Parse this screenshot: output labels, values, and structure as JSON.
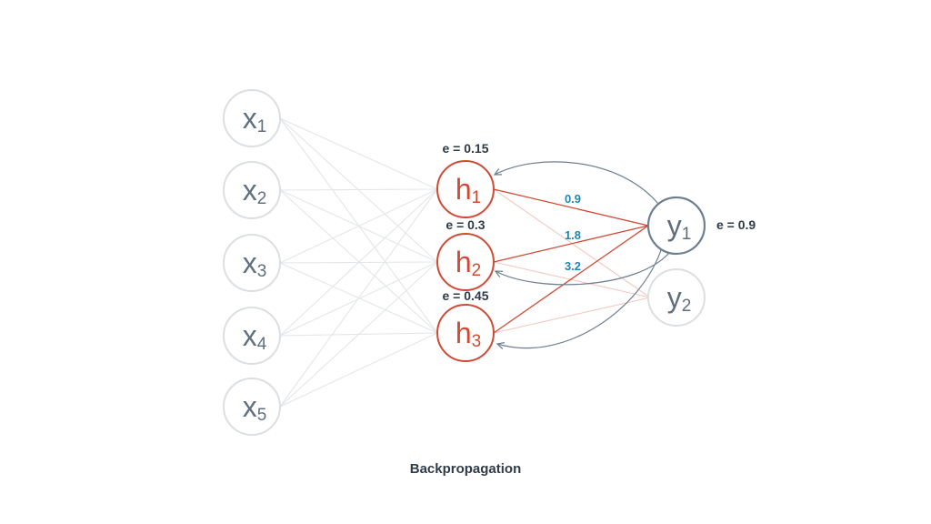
{
  "caption": "Backpropagation",
  "colors": {
    "inactive_stroke": "#dcdfe2",
    "inactive_text": "#5f6f7f",
    "active": "#cf4a34",
    "output_stroke": "#6f7f8f",
    "output_text": "#5d6d7d",
    "weight_text": "#1f87b8",
    "faint_edge": "#e3e6e8",
    "faint_red": "#f3c9c1",
    "arrow": "#6f7f8f"
  },
  "inputs": [
    {
      "base": "x",
      "sub": "1"
    },
    {
      "base": "x",
      "sub": "2"
    },
    {
      "base": "x",
      "sub": "3"
    },
    {
      "base": "x",
      "sub": "4"
    },
    {
      "base": "x",
      "sub": "5"
    }
  ],
  "hidden": [
    {
      "base": "h",
      "sub": "1",
      "error": "e = 0.15"
    },
    {
      "base": "h",
      "sub": "2",
      "error": "e = 0.3"
    },
    {
      "base": "h",
      "sub": "3",
      "error": "e = 0.45"
    }
  ],
  "outputs": [
    {
      "base": "y",
      "sub": "1",
      "error": "e = 0.9",
      "active": true
    },
    {
      "base": "y",
      "sub": "2",
      "error": "",
      "active": false
    }
  ],
  "weights": [
    "0.9",
    "1.8",
    "3.2"
  ]
}
